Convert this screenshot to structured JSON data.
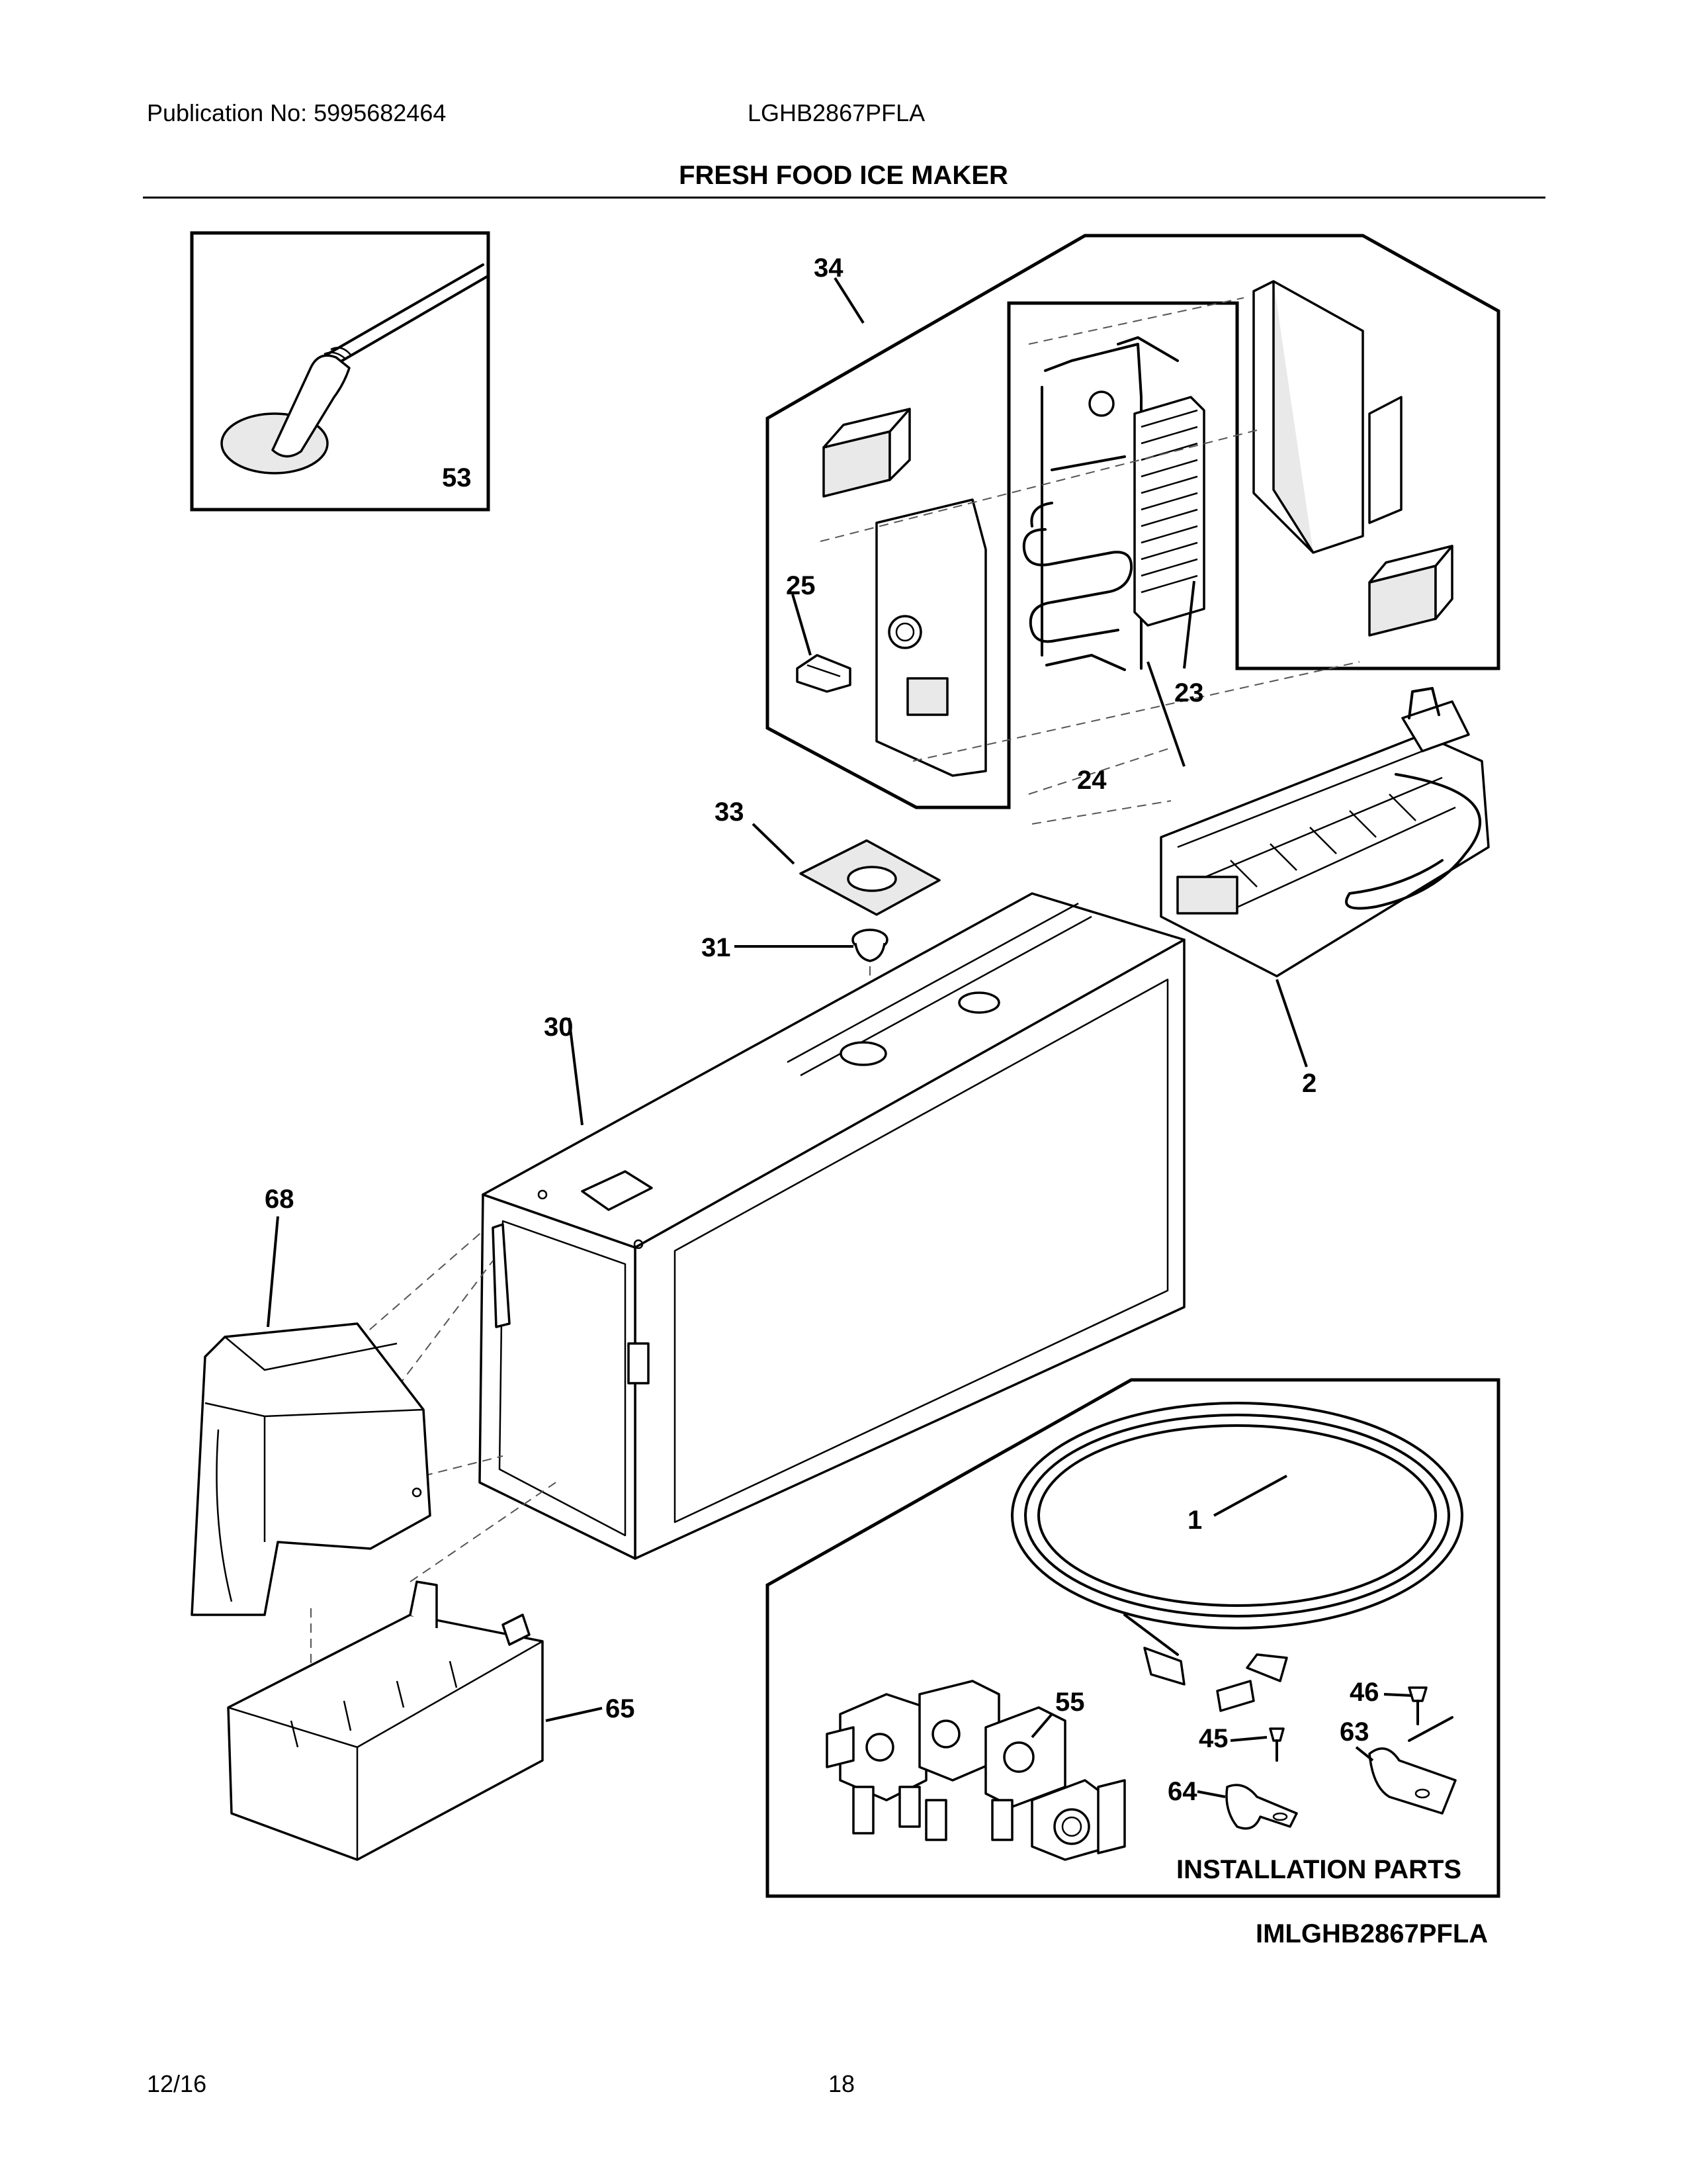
{
  "header": {
    "publication": "Publication No: 5995682464",
    "model": "LGHB2867PFLA",
    "title": "FRESH FOOD ICE MAKER"
  },
  "callouts": {
    "p53": "53",
    "p34": "34",
    "p25": "25",
    "p23": "23",
    "p24": "24",
    "p33": "33",
    "p31": "31",
    "p30": "30",
    "p2": "2",
    "p68": "68",
    "p65": "65",
    "p1": "1",
    "p55": "55",
    "p46": "46",
    "p45": "45",
    "p63": "63",
    "p64": "64"
  },
  "installation_label": "INSTALLATION PARTS",
  "diagram_id": "IMLGHB2867PFLA",
  "footer": {
    "date": "12/16",
    "page": "18"
  }
}
